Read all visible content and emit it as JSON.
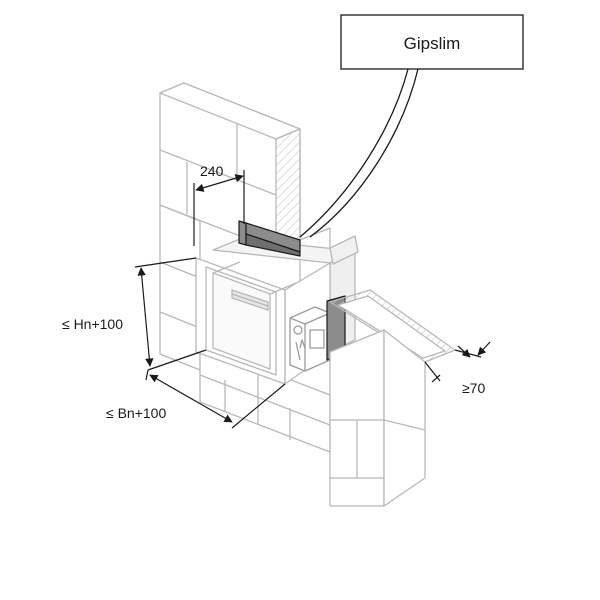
{
  "callout": {
    "label": "Gipslim"
  },
  "dimensions": {
    "depth": "240",
    "height": "≤ Hn+100",
    "width": "≤ Bn+100",
    "wall_min": "≥70"
  },
  "colors": {
    "wall_stroke": "#b8b8b8",
    "line": "#1a1a1a",
    "gypsum_fill": "#8c8c8c"
  }
}
